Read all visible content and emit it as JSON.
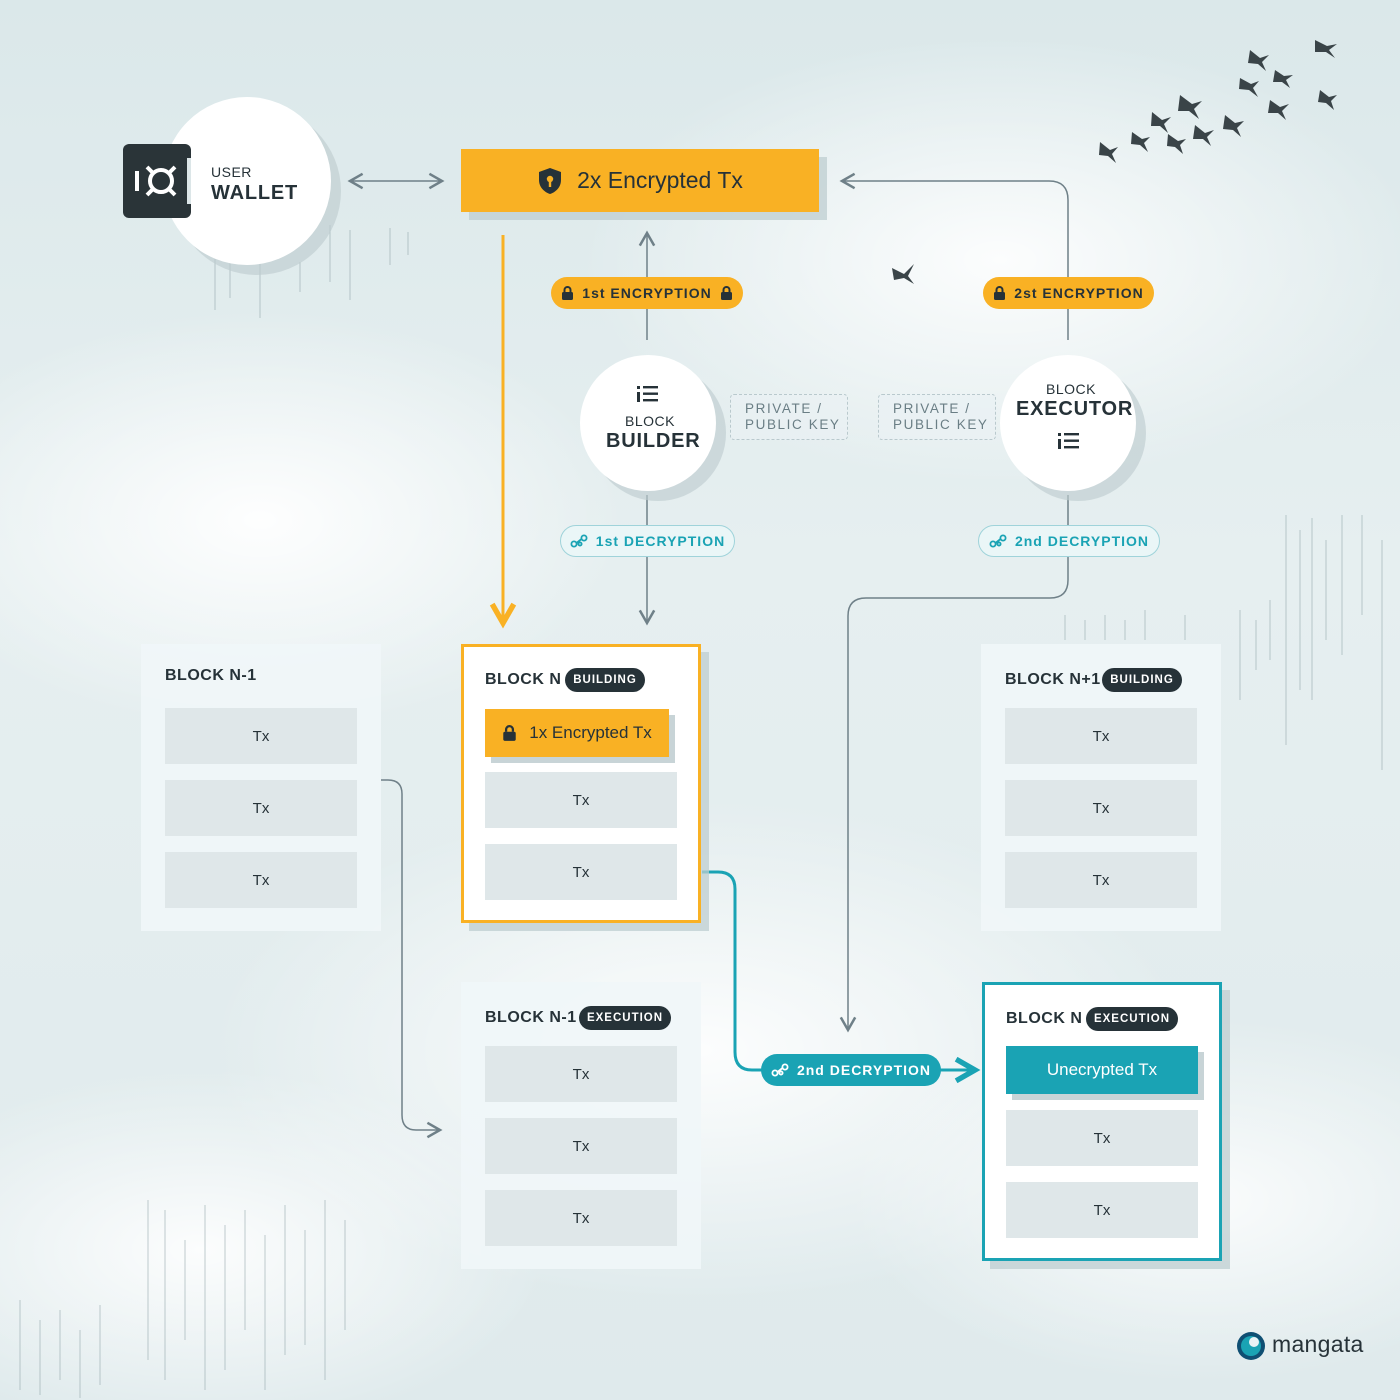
{
  "user_wallet": {
    "label_top": "USER",
    "label_main": "WALLET"
  },
  "encrypted_main": {
    "label": "2x Encrypted Tx"
  },
  "encryption_pills": {
    "first": "1st ENCRYPTION",
    "second": "2st ENCRYPTION"
  },
  "block_builder": {
    "label_top": "BLOCK",
    "label_main": "BUILDER"
  },
  "block_executor": {
    "label_top": "BLOCK",
    "label_main": "EXECUTOR"
  },
  "key_boxes": {
    "builder": {
      "line1": "PRIVATE /",
      "line2": "PUBLIC KEY"
    },
    "executor": {
      "line1": "PRIVATE /",
      "line2": "PUBLIC KEY"
    }
  },
  "decryption_pills": {
    "first": "1st DECRYPTION",
    "second": "2nd DECRYPTION",
    "second_flow": "2nd DECRYPTION"
  },
  "blocks": {
    "block_n_minus_1": {
      "title": "BLOCK N-1",
      "txs": [
        "Tx",
        "Tx",
        "Tx"
      ]
    },
    "block_n_building": {
      "title": "BLOCK N",
      "badge": "BUILDING",
      "encrypted_tx": "1x Encrypted Tx",
      "txs": [
        "Tx",
        "Tx"
      ]
    },
    "block_n_plus_1_building": {
      "title": "BLOCK N+1",
      "badge": "BUILDING",
      "txs": [
        "Tx",
        "Tx",
        "Tx"
      ]
    },
    "block_n_minus_1_execution": {
      "title": "BLOCK N-1",
      "badge": "EXECUTION",
      "txs": [
        "Tx",
        "Tx",
        "Tx"
      ]
    },
    "block_n_execution": {
      "title": "BLOCK N",
      "badge": "EXECUTION",
      "unencrypted_tx": "Unecrypted Tx",
      "txs": [
        "Tx",
        "Tx"
      ]
    }
  },
  "logo": {
    "text": "mangata"
  },
  "colors": {
    "accent_orange": "#f9b124",
    "accent_teal": "#1aa3b4",
    "dark": "#263238",
    "connector_gray": "#6f8088"
  },
  "icons": [
    "shield-lock-icon",
    "lock-icon",
    "list-icon",
    "link-chain-icon",
    "bird-icon",
    "mangata-logo-icon"
  ]
}
